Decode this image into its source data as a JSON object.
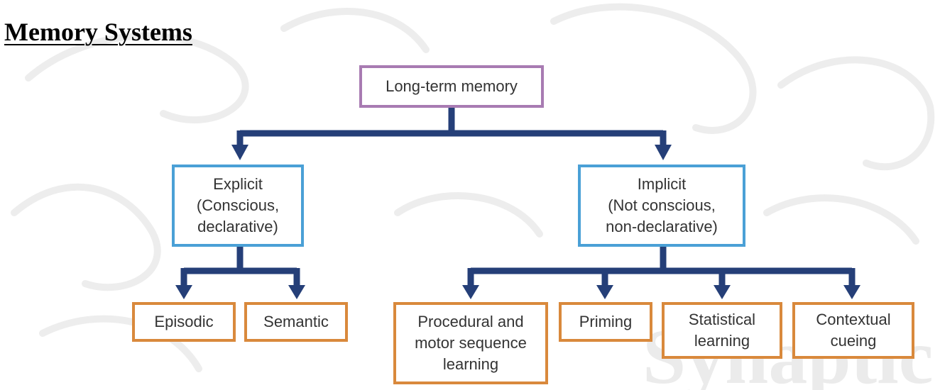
{
  "title": "Memory Systems",
  "colors": {
    "arrow": "#253f78",
    "root_border": "#a87bb2",
    "level1_border": "#4aa0d6",
    "leaf_border": "#d9893c",
    "watermark": "#ededed"
  },
  "nodes": {
    "long_term": "Long-term memory",
    "explicit": "Explicit\n(Conscious,\ndeclarative)",
    "implicit": "Implicit\n(Not conscious,\nnon-declarative)",
    "episodic": "Episodic",
    "semantic": "Semantic",
    "procedural": "Procedural and\nmotor sequence\nlearning",
    "priming": "Priming",
    "statistical": "Statistical\nlearning",
    "contextual": "Contextual\ncueing"
  }
}
